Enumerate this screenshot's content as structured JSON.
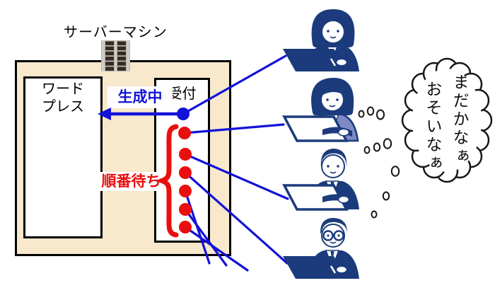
{
  "server_machine": {
    "label": "サーバーマシン",
    "wordpress_box": {
      "label_line1": "ワード",
      "label_line2": "プレス"
    },
    "reception_box": {
      "label": "受付"
    }
  },
  "annotations": {
    "generating": "生成中",
    "waiting_queue": "順番待ち"
  },
  "thought_bubble": {
    "column1": "まだかなぁ",
    "column2": "おそいなぁ"
  },
  "queue": {
    "processing_requests": 1,
    "waiting_requests": 6,
    "visible_users": 4,
    "offscreen_connections": 3
  },
  "icons": {
    "server_rack": "server-rack-icon",
    "laptop": "laptop-icon",
    "thought_bubble": "thought-bubble",
    "users": [
      "woman-bob",
      "woman-cardigan",
      "man",
      "man-glasses"
    ]
  },
  "colors": {
    "request_blue": "#1212d8",
    "queue_red": "#ea0f0f",
    "person_navy": "#1b3b7c",
    "cardigan_blue": "#7e89c6",
    "server_box_fill": "#f8e8cc"
  }
}
